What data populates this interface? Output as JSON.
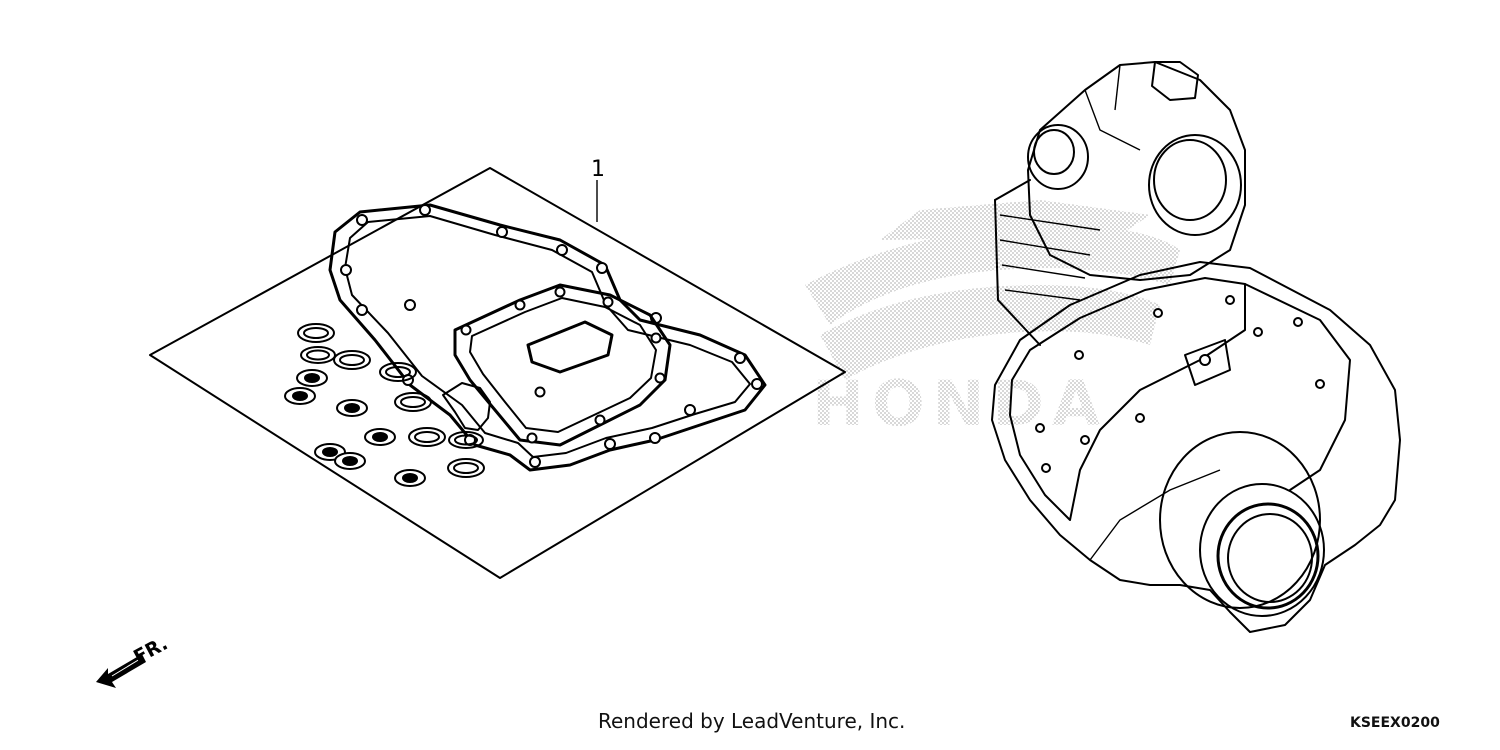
{
  "diagram": {
    "callouts": [
      {
        "label": "1"
      }
    ],
    "direction_marker": {
      "label": "FR.",
      "icon": "front-direction-arrow-icon"
    },
    "watermark": {
      "text": "HONDA",
      "icon": "honda-wing-logo-icon",
      "color": "#c8c8c8"
    },
    "footer": {
      "credit": "Rendered by LeadVenture, Inc.",
      "diagram_code": "KSEEX0200"
    }
  }
}
